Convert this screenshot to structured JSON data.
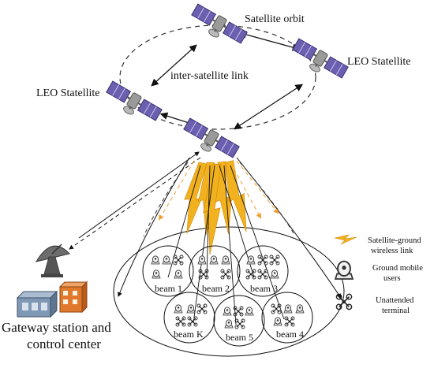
{
  "labels": {
    "satellite_orbit": "Satellite orbit",
    "leo_right": "LEO Statellite",
    "leo_left": "LEO Statellite",
    "inter_satellite_link": "inter-satellite link",
    "gateway_line1": "Gateway station and",
    "gateway_line2": "control center"
  },
  "beams": [
    "beam 1",
    "beam 2",
    "beam 3",
    "beam K",
    "beam 5",
    "beam 4"
  ],
  "legend": [
    {
      "icon": "lightning-icon",
      "line1": "Satellite-ground",
      "line2": "wireless link"
    },
    {
      "icon": "ground-mobile-user-icon",
      "line1": "Ground mobile",
      "line2": "users"
    },
    {
      "icon": "drone-terminal-icon",
      "line1": "Unattended",
      "line2": "terminal"
    }
  ],
  "colors": {
    "satellite_panel": "#6b5fb0",
    "satellite_body": "#8c8c8c",
    "beam_lightning": "#f2b11e",
    "beam_dashed": "#f0a030",
    "building": "#e0792e",
    "station": "#7f98b4"
  }
}
